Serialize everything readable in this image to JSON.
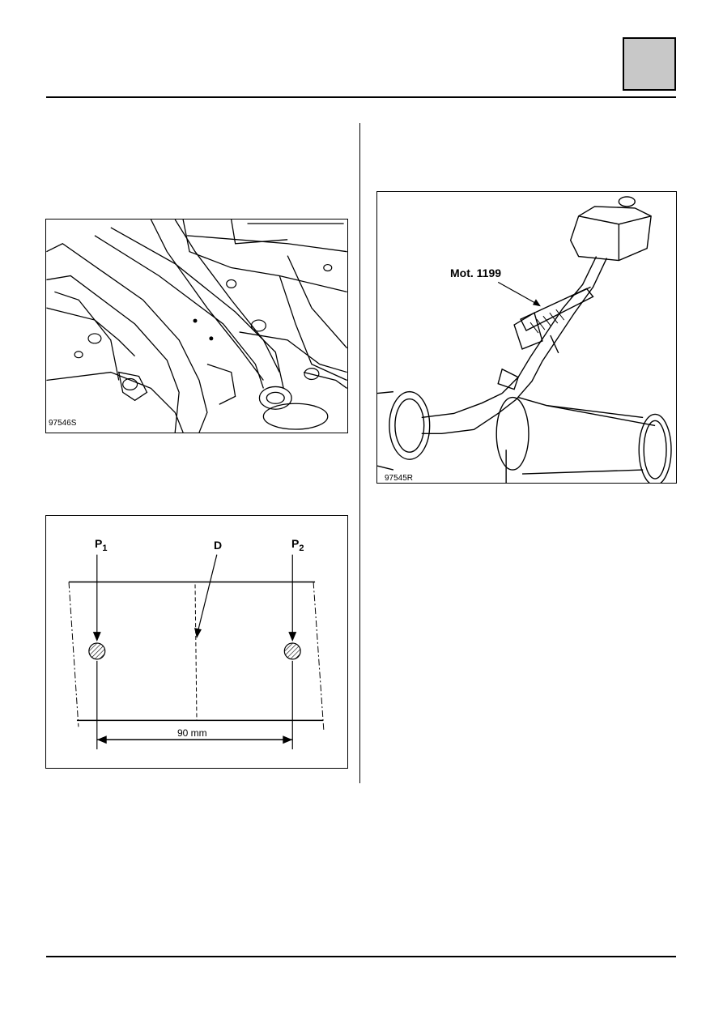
{
  "figures": {
    "underbody": {
      "ref": "97546S"
    },
    "exhaust": {
      "ref": "97545R",
      "tool_label": "Mot. 1199"
    },
    "diagram": {
      "p1_main": "P",
      "p1_sub": "1",
      "d_label": "D",
      "p2_main": "P",
      "p2_sub": "2",
      "dimension": "90 mm"
    }
  }
}
